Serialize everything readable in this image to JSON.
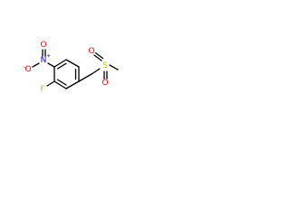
{
  "molecule": {
    "atoms": {
      "fluorine": {
        "symbol": "F",
        "color": "#9acd32"
      },
      "nitro_nitrogen": {
        "symbol": "N",
        "charge": "+",
        "color": "#0000ff"
      },
      "nitro_oxygen_minus": {
        "symbol": "O",
        "charge": "-",
        "color": "#ff0000"
      },
      "nitro_oxygen": {
        "symbol": "O",
        "color": "#ff0000"
      },
      "sulfur": {
        "symbol": "S",
        "color": "#cccc00"
      },
      "sulfonyl_oxygen_top": {
        "symbol": "O",
        "color": "#ff0000"
      },
      "sulfonyl_oxygen_bottom": {
        "symbol": "O",
        "color": "#ff0000"
      }
    }
  }
}
